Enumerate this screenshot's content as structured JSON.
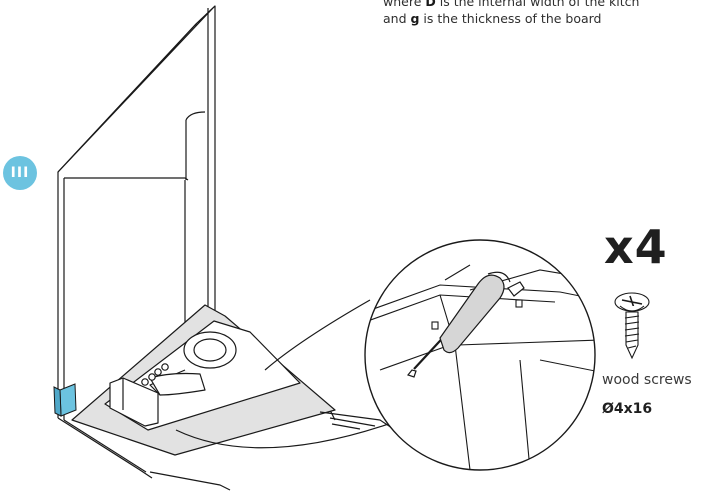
{
  "caption": {
    "line1_a": "where ",
    "line1_b": "D",
    "line1_c": " is the internal width of the kitch",
    "line2_a": "and ",
    "line2_b": "g",
    "line2_c": " is the thickness of the board"
  },
  "step": {
    "label": "III"
  },
  "hardware": {
    "quantity": "x4",
    "name": "wood screws",
    "size": "Ø4x16"
  },
  "colors": {
    "accent": "#6cc3e0",
    "line": "#1a1a1a",
    "panel": "#e2e2e2",
    "highlight": "#6cc3e0"
  },
  "icons": [
    "screwdriver-icon",
    "screw-icon"
  ]
}
